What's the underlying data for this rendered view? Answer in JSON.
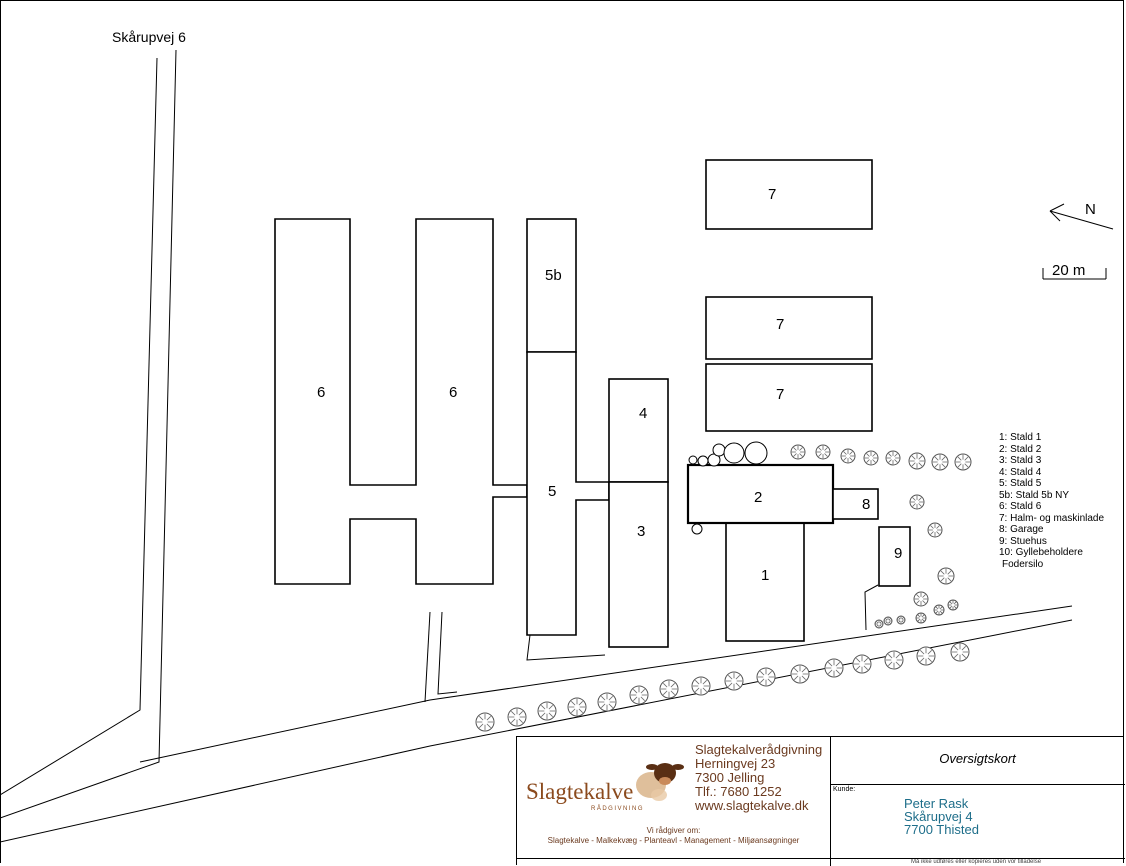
{
  "map": {
    "road_label": "Skårupvej 6",
    "north_letter": "N",
    "scale_label": "20 m",
    "buildings": [
      {
        "id": "6a",
        "label": "6"
      },
      {
        "id": "6b",
        "label": "6"
      },
      {
        "id": "5b",
        "label": "5b"
      },
      {
        "id": "5",
        "label": "5"
      },
      {
        "id": "4",
        "label": "4"
      },
      {
        "id": "3",
        "label": "3"
      },
      {
        "id": "7a",
        "label": "7"
      },
      {
        "id": "7b",
        "label": "7"
      },
      {
        "id": "7c",
        "label": "7"
      },
      {
        "id": "2",
        "label": "2"
      },
      {
        "id": "8",
        "label": "8"
      },
      {
        "id": "1",
        "label": "1"
      },
      {
        "id": "9",
        "label": "9"
      }
    ],
    "legend": [
      "1: Stald 1",
      "2: Stald 2",
      "3: Stald 3",
      "4: Stald 4",
      "5: Stald 5",
      "5b: Stald 5b NY",
      "6: Stald 6",
      "7: Halm- og maskinlade",
      "8: Garage",
      "9: Stuehus",
      "10: Gyllebeholdere",
      "Fodersilo"
    ]
  },
  "titleblock": {
    "logo_text": "Slagtekalve",
    "logo_sub": "RÅDGIVNING",
    "company": [
      "Slagtekalverådgivning",
      "Herningvej 23",
      "7300 Jelling",
      "Tlf.: 7680 1252",
      "www.slagtekalve.dk"
    ],
    "advisor_label": "Vi rådgiver om:",
    "services": "Slagtekalve - Malkekvæg - Planteavl - Management - Miljøansøgninger",
    "doc_title": "Oversigtskort",
    "customer_label": "Kunde:",
    "customer": [
      "Peter Rask",
      "Skårupvej 4",
      "7700 Thisted"
    ],
    "footer_note": "Må ikke udføres eller kopieres uden vor tilladelse"
  },
  "colors": {
    "brand_brown": "#8b4a1d",
    "customer_blue": "#1e6e8a"
  }
}
